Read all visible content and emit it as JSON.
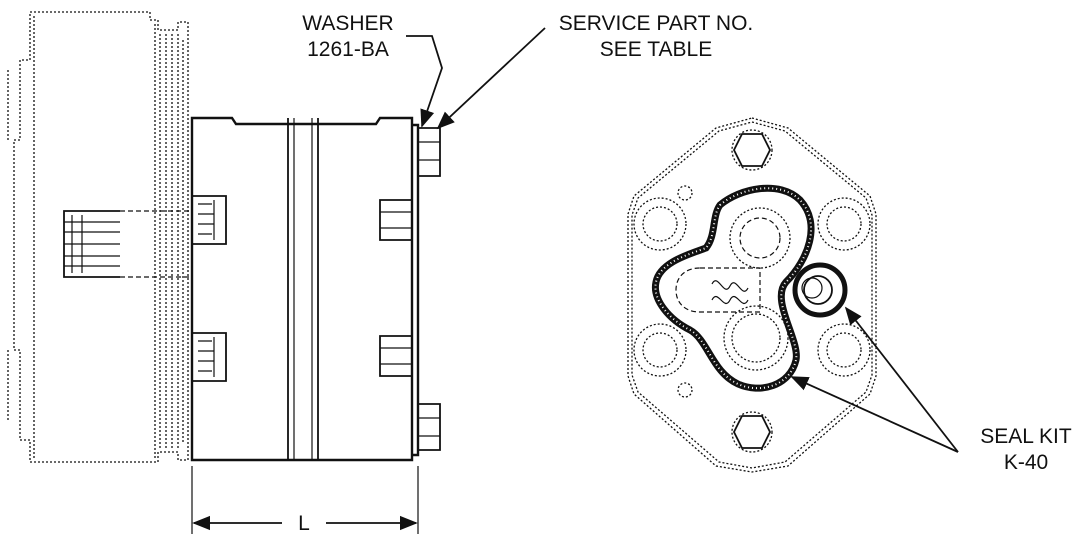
{
  "labels": {
    "washer_line1": "WASHER",
    "washer_line2": "1261-BA",
    "service_line1": "SERVICE PART NO.",
    "service_line2": "SEE TABLE",
    "seal_line1": "SEAL KIT",
    "seal_line2": "K-40",
    "dimension": "L"
  },
  "colors": {
    "ink": "#111111",
    "paper": "#ffffff"
  }
}
